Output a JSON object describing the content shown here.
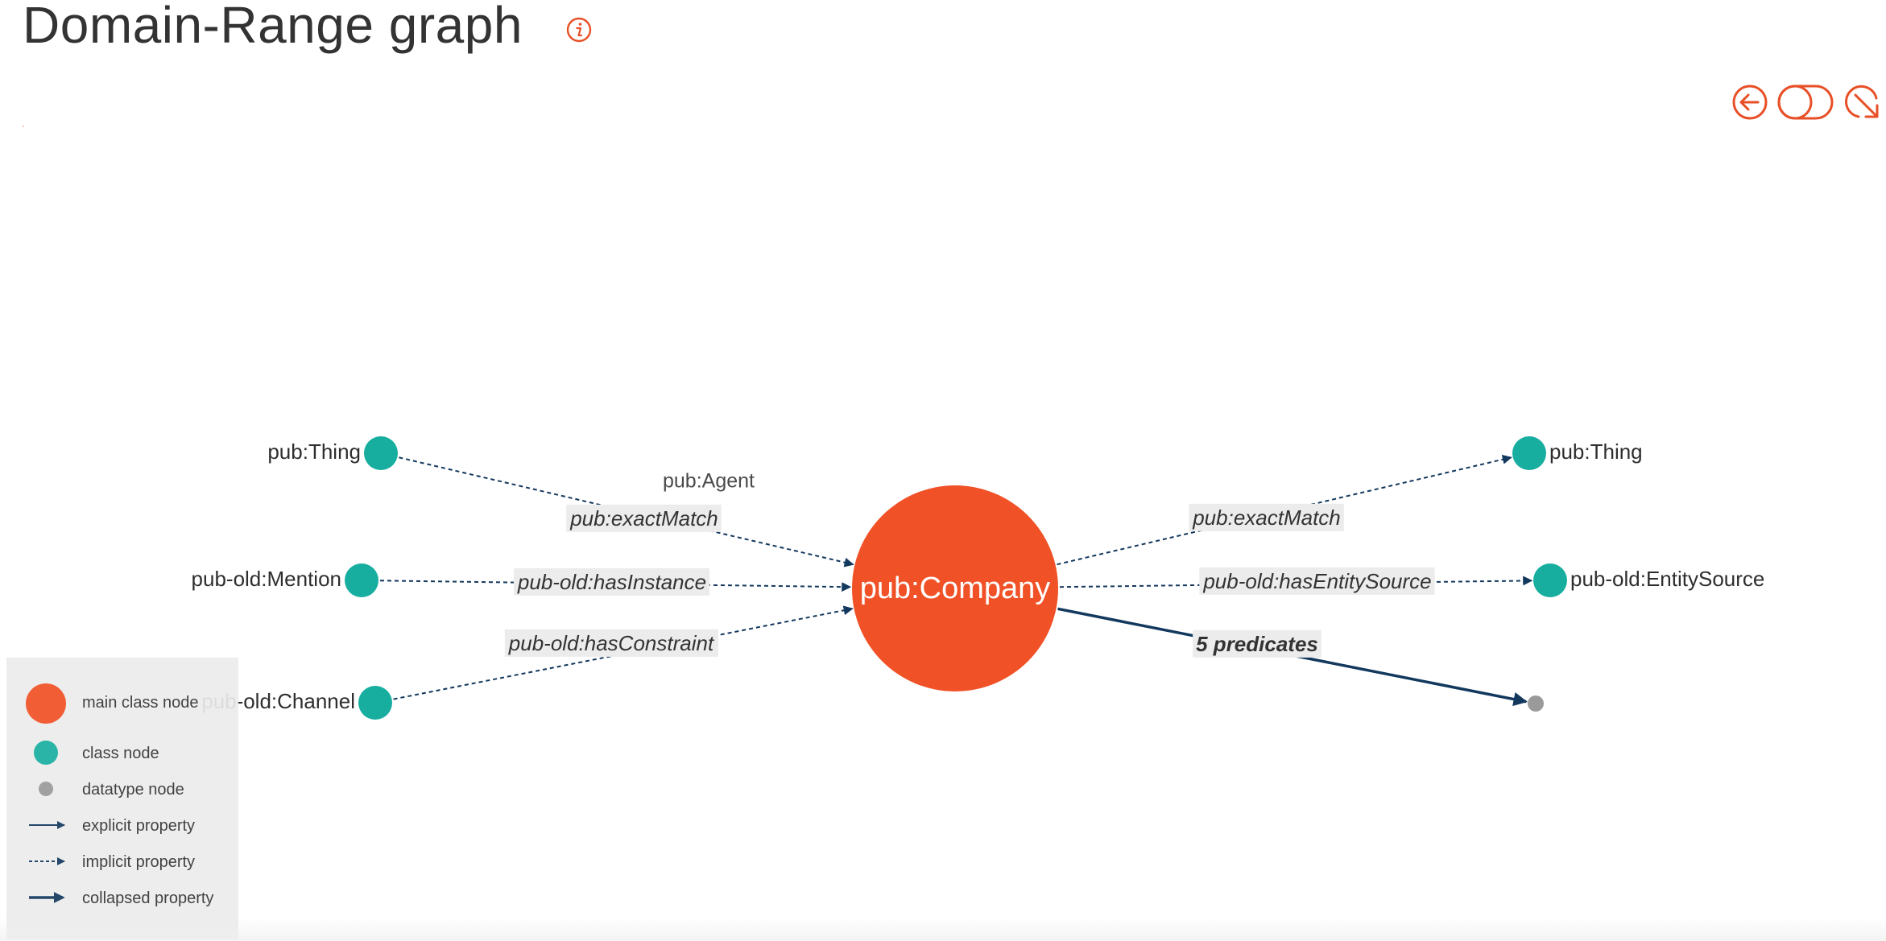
{
  "page": {
    "title": "Domain-Range graph"
  },
  "colors": {
    "accent": "#e84f26",
    "main_node": "#f05126",
    "class_node": "#17aea0",
    "datatype_node": "#9a9a9a",
    "edge": "#13385e",
    "edge_label_bg": "#ececec",
    "legend_bg": "#ececec"
  },
  "toolbar": {
    "info_icon": "info-icon",
    "buttons": [
      {
        "name": "back-button",
        "icon": "arrow-left-circle-icon"
      },
      {
        "name": "toggle-button",
        "icon": "toggle-switch-icon"
      },
      {
        "name": "collapse-button",
        "icon": "arrow-down-right-circle-icon"
      }
    ]
  },
  "graph": {
    "main_node": {
      "id": "company",
      "label": "pub:Company"
    },
    "class_nodes": [
      {
        "id": "thing-left",
        "label": "pub:Thing"
      },
      {
        "id": "mention",
        "label": "pub-old:Mention"
      },
      {
        "id": "channel",
        "label": "pub-old:Channel"
      },
      {
        "id": "thing-right",
        "label": "pub:Thing"
      },
      {
        "id": "entity-source",
        "label": "pub-old:EntitySource"
      }
    ],
    "datatype_nodes": [
      {
        "id": "datatype-1",
        "label": ""
      }
    ],
    "floating_labels": [
      {
        "id": "agent",
        "label": "pub:Agent"
      }
    ],
    "edges": [
      {
        "id": "e-thing-left",
        "from": "thing-left",
        "to": "company",
        "label": "pub:exactMatch",
        "kind": "implicit"
      },
      {
        "id": "e-mention",
        "from": "mention",
        "to": "company",
        "label": "pub-old:hasInstance",
        "kind": "implicit"
      },
      {
        "id": "e-channel",
        "from": "channel",
        "to": "company",
        "label": "pub-old:hasConstraint",
        "kind": "implicit"
      },
      {
        "id": "e-thing-right",
        "from": "company",
        "to": "thing-right",
        "label": "pub:exactMatch",
        "kind": "implicit"
      },
      {
        "id": "e-entity-source",
        "from": "company",
        "to": "entity-source",
        "label": "pub-old:hasEntitySource",
        "kind": "implicit"
      },
      {
        "id": "e-collapsed",
        "from": "company",
        "to": "datatype-1",
        "label": "5 predicates",
        "kind": "collapsed"
      }
    ]
  },
  "legend": {
    "items": [
      {
        "key": "main",
        "label": "main class node"
      },
      {
        "key": "class",
        "label": "class node"
      },
      {
        "key": "datatype",
        "label": "datatype node"
      },
      {
        "key": "explicit",
        "label": "explicit property"
      },
      {
        "key": "implicit",
        "label": "implicit property"
      },
      {
        "key": "collapsed",
        "label": "collapsed property"
      }
    ]
  }
}
